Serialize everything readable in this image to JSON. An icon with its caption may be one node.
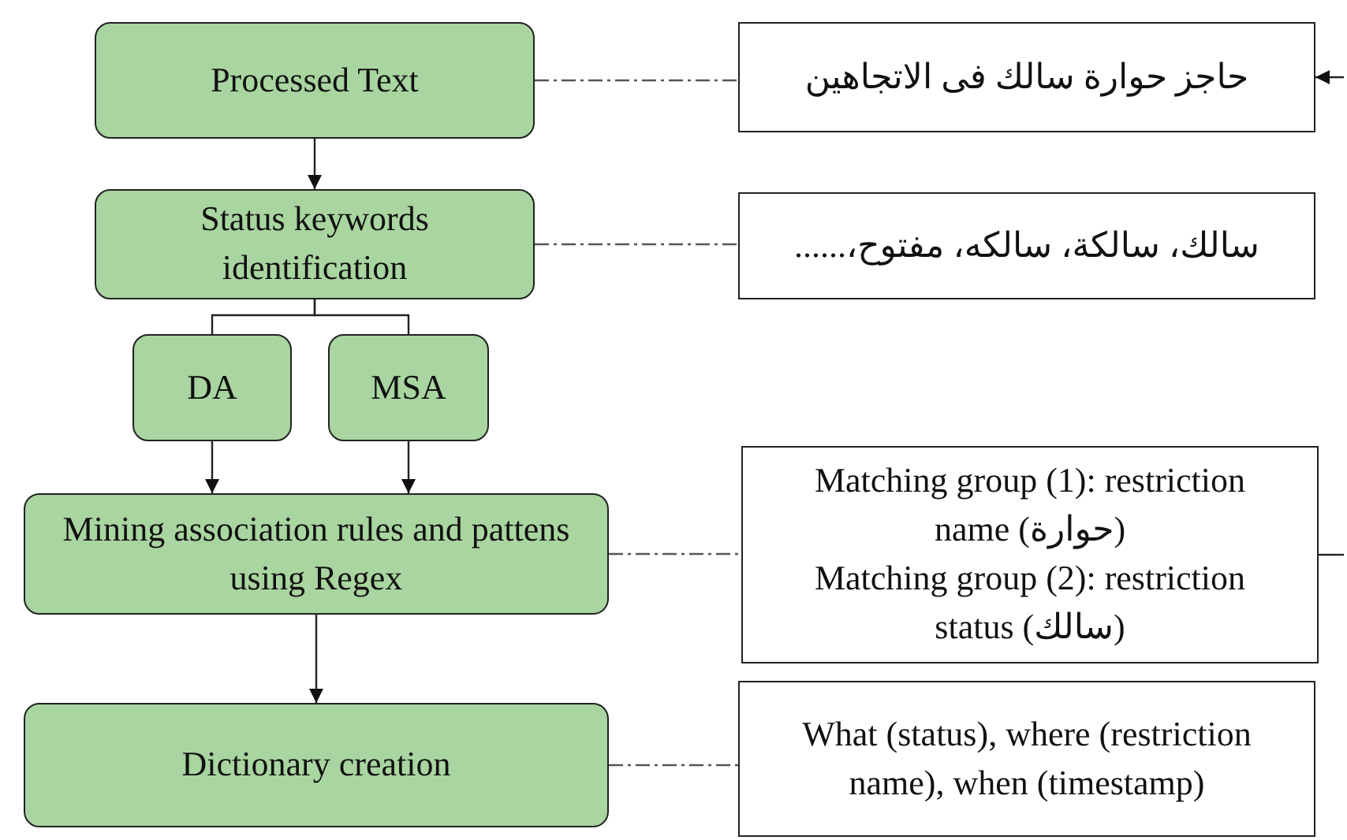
{
  "diagram": {
    "nodes": [
      {
        "text": [
          "Processed Text"
        ]
      },
      {
        "text": [
          "Status keywords identification"
        ]
      },
      {
        "text": [
          "DA"
        ]
      },
      {
        "text": [
          "MSA"
        ]
      },
      {
        "text": [
          "Mining association rules and pattens using Regex"
        ]
      },
      {
        "text": [
          "Dictionary creation"
        ]
      },
      {
        "text": [
          "حاجز حوارة سالك فى الاتجاهين"
        ]
      },
      {
        "text": [
          "سالك، سالكة، سالكه، مفتوح،......"
        ]
      },
      {
        "text": [
          "Matching group (1): restriction name (حوارة)",
          "Matching group (2): restriction status (سالك)"
        ]
      },
      {
        "text": [
          "What (status), where (restriction name), when (timestamp)"
        ]
      }
    ],
    "edges": [
      {
        "from": 0,
        "to": 1,
        "arrow": "to"
      },
      {
        "from": 1,
        "to": 2,
        "arrow": "none"
      },
      {
        "from": 1,
        "to": 3,
        "arrow": "none"
      },
      {
        "from": 2,
        "to": 4,
        "arrow": "to"
      },
      {
        "from": 3,
        "to": 4,
        "arrow": "to"
      },
      {
        "from": 4,
        "to": 5,
        "arrow": "to"
      },
      {
        "from": 0,
        "to": 6,
        "arrow": "none",
        "style": "dashed"
      },
      {
        "from": 1,
        "to": 7,
        "arrow": "none",
        "style": "dashed"
      },
      {
        "from": 4,
        "to": 8,
        "arrow": "none",
        "style": "dashed"
      },
      {
        "from": 5,
        "to": 9,
        "arrow": "none",
        "style": "dashed"
      },
      {
        "from": null,
        "to": 6,
        "arrow": "to"
      },
      {
        "from": 8,
        "to": null,
        "arrow": "none"
      }
    ]
  }
}
